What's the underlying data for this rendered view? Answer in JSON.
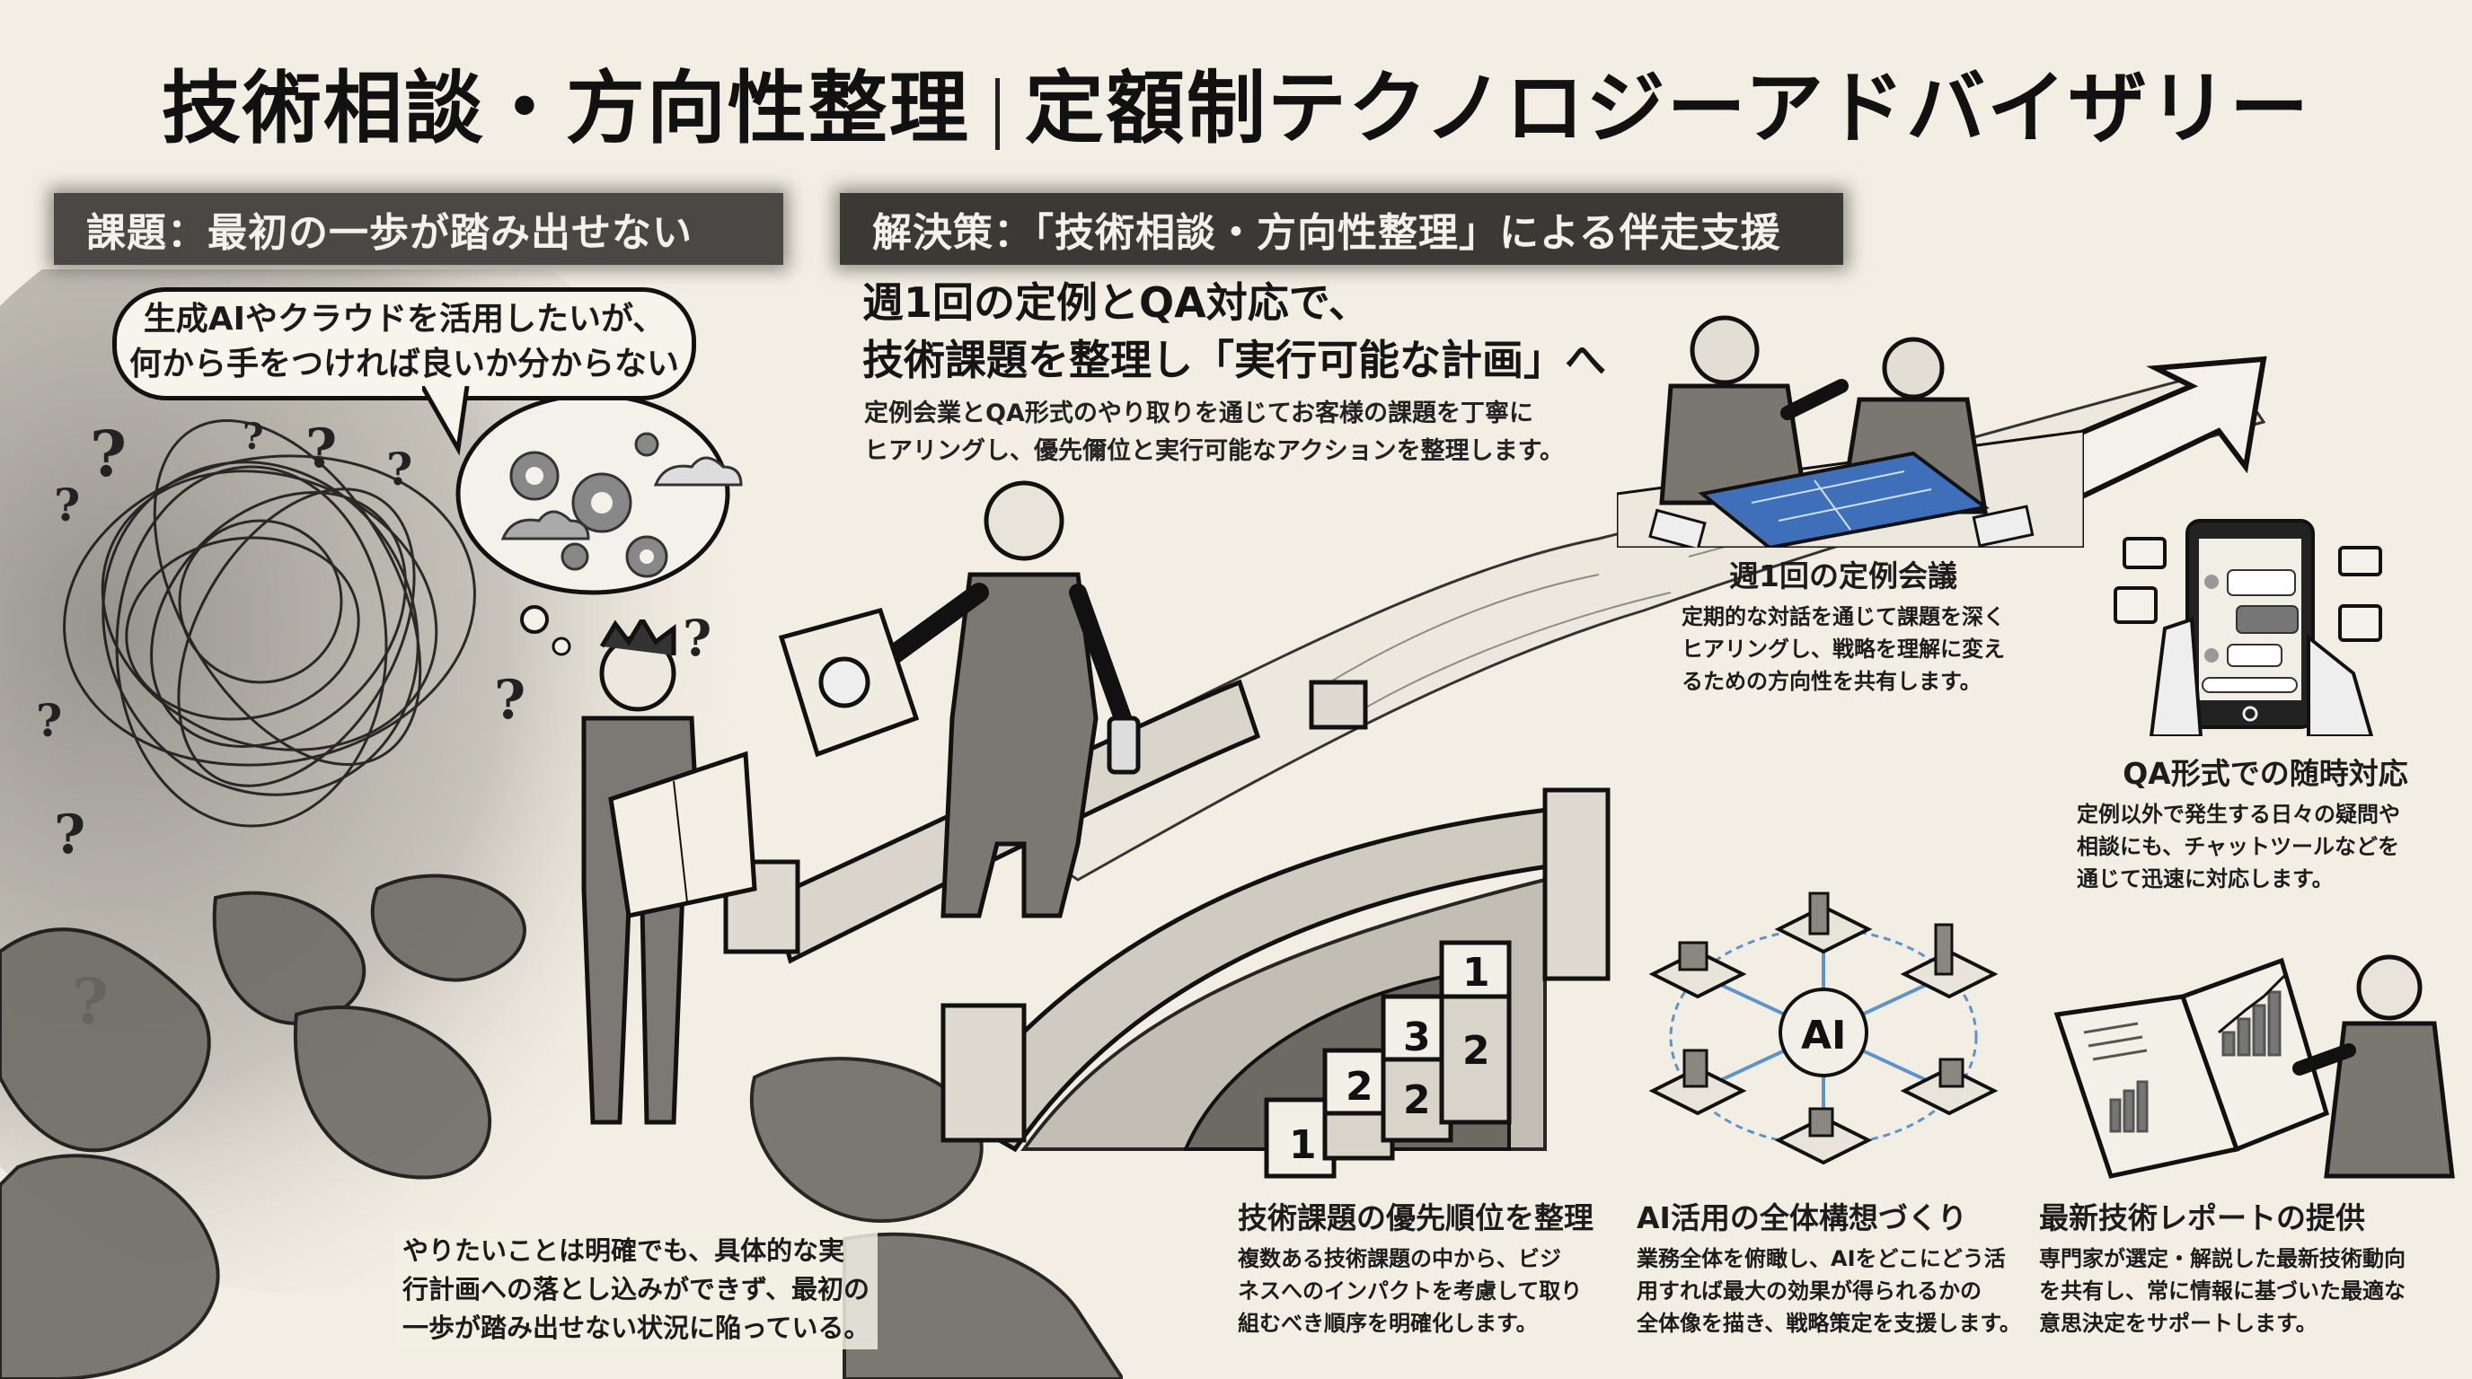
{
  "header": {
    "title_left": "技術相談・方向性整理",
    "title_right": "定額制テクノロジーアドバイザリー"
  },
  "problem": {
    "banner": "課題：最初の一歩が踏み出せない",
    "speech_line1": "生成AIやクラウドを活用したいが、",
    "speech_line2": "何から手をつければ良いか分からない",
    "description_line1": "やりたいことは明確でも、具体的な実",
    "description_line2": "行計画への落とし込みができず、最初の",
    "description_line3": "一歩が踏み出せない状況に陥っている。"
  },
  "solution": {
    "banner": "解決策：「技術相談・方向性整理」による伴走支援",
    "headline_line1": "週1回の定例とQA対応で、",
    "headline_line2": "技術課題を整理し「実行可能な計画」へ",
    "lead_line1": "定例会業とQA形式のやり取りを通じてお客様の課題を丁寧に",
    "lead_line2": "ヒアリングし、優先儞位と実行可能なアクションを整理します。"
  },
  "features": [
    {
      "title": "週1回の定例会議",
      "body": [
        "定期的な対話を通じて課題を深く",
        "ヒアリングし、戦略を理解に変え",
        "るための方向性を共有します。"
      ],
      "icon": "meeting-illustration"
    },
    {
      "title": "QA形式での随時対応",
      "body": [
        "定例以外で発生する日々の疑問や",
        "相談にも、チャットツールなどを",
        "通じて迅速に対応します。"
      ],
      "icon": "tablet-chat-illustration"
    },
    {
      "title": "技術課題の優先順位を整理",
      "body": [
        "複数ある技術課題の中から、ビジ",
        "ネスへのインパクトを考慮して取り",
        "組むべき順序を明確化します。"
      ],
      "icon": "priority-blocks-illustration",
      "block_labels": [
        "1",
        "2",
        "2",
        "3",
        "2",
        "1"
      ]
    },
    {
      "title": "AI活用の全体構想づくり",
      "body": [
        "業務全体を俯瞰し、AIをどこにどう活",
        "用すれば最大の効果が得られるかの",
        "全体像を描き、戦略策定を支援します。"
      ],
      "icon": "ai-network-illustration",
      "hub_label": "AI"
    },
    {
      "title": "最新技術レポートの提供",
      "body": [
        "専門家が選定・解説した最新技術動向",
        "を共有し、常に情報に基づいた最適な",
        "意思決定をサポートします。"
      ],
      "icon": "report-book-illustration"
    }
  ],
  "colors": {
    "background": "#f2eee3",
    "banner": "#4a4844",
    "ink": "#111111",
    "blueprint": "#3f6fb8",
    "network_line": "#5b93cc"
  }
}
